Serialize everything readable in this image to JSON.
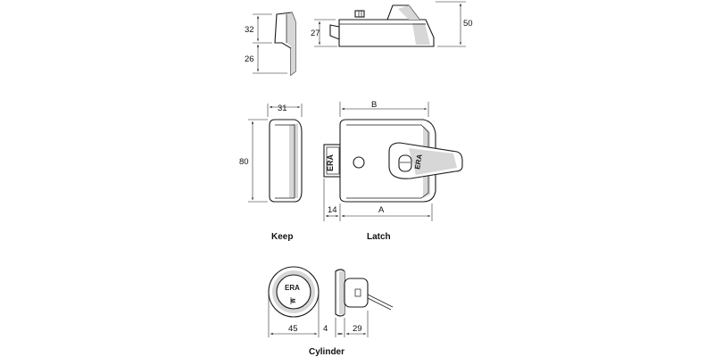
{
  "labels": {
    "keep": "Keep",
    "latch": "Latch",
    "cylinder": "Cylinder"
  },
  "brand": "ERA",
  "dimensions": {
    "keep_height_upper": "32",
    "keep_height_lower": "26",
    "latch_side_height": "27",
    "latch_total_height": "50",
    "keep_depth": "31",
    "keep_height": "80",
    "latch_backset": "B",
    "latch_width": "A",
    "latch_offset": "14",
    "cylinder_diameter": "45",
    "cylinder_gap": "4",
    "cylinder_length": "29"
  }
}
